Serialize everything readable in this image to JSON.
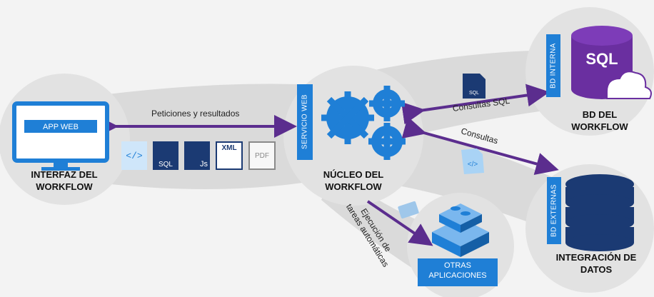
{
  "nodes": {
    "app_web": {
      "badge": "APP WEB",
      "title_line1": "INTERFAZ DEL",
      "title_line2": "WORKFLOW"
    },
    "nucleo": {
      "badge": "SERVICIO WEB",
      "title_line1": "NÚCLEO DEL",
      "title_line2": "WORKFLOW"
    },
    "bd_interna": {
      "badge": "BD INTERNA",
      "icon_text": "SQL",
      "title_line1": "BD DEL",
      "title_line2": "WORKFLOW"
    },
    "bd_externas": {
      "badge": "BD EXTERNAS",
      "title_line1": "INTEGRACIÓN DE",
      "title_line2": "DATOS"
    },
    "otras": {
      "badge_line1": "OTRAS",
      "badge_line2": "APLICACIONES"
    }
  },
  "edges": {
    "peticiones": "Peticiones y resultados",
    "consultas_sql": "Consultas SQL",
    "consultas": "Consultas",
    "ejecucion_line1": "Ejecución de",
    "ejecucion_line2": "tareas automáticas"
  },
  "file_icons": [
    {
      "name": "code-file-icon",
      "text": "</>"
    },
    {
      "name": "sql-file-icon",
      "text": "SQL"
    },
    {
      "name": "js-file-icon",
      "text": "Js"
    },
    {
      "name": "xml-file-icon",
      "text": "XML"
    },
    {
      "name": "pdf-file-icon",
      "text": "PDF"
    }
  ],
  "colors": {
    "accent_blue": "#1f7fd6",
    "arrow_purple": "#5b2d8e",
    "bubble_gray": "#dcdcdc",
    "navy_doc": "#1b3a73"
  }
}
